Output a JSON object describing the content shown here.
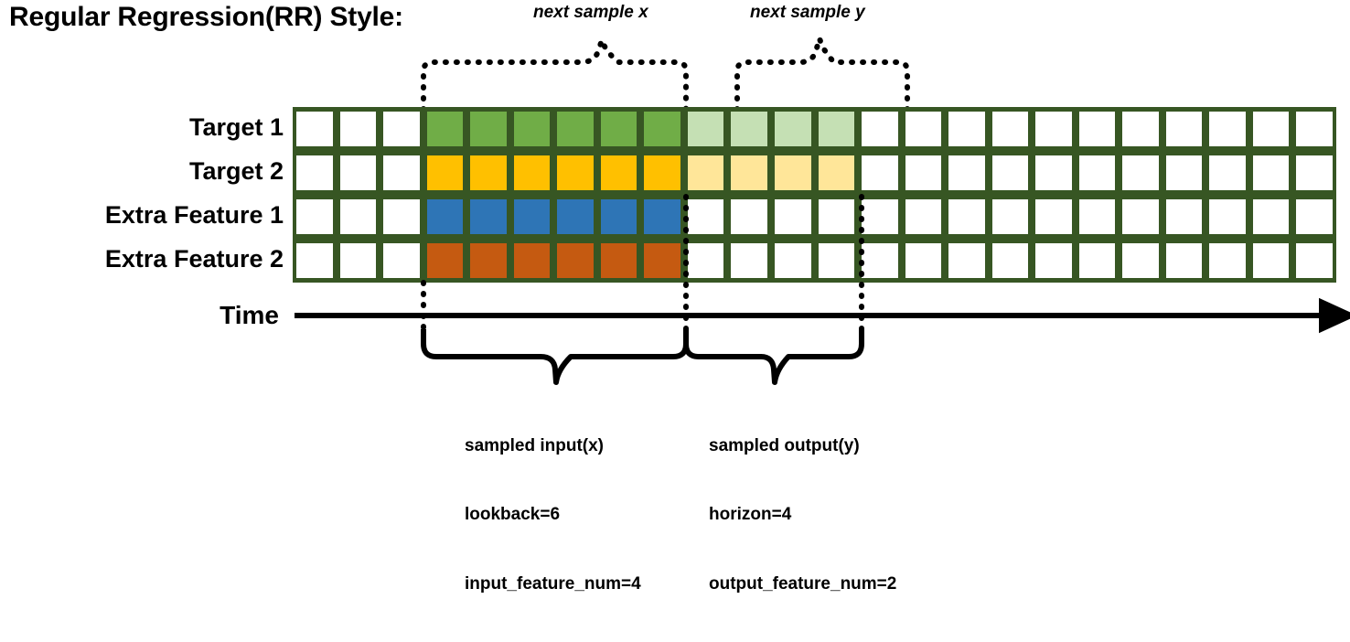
{
  "title": "Regular Regression(RR) Style:",
  "top_labels": {
    "next_sample_x": "next sample x",
    "next_sample_y": "next sample y"
  },
  "rows": [
    {
      "label": "Target 1",
      "filled_color": "#70ad47",
      "faded_color": "#c5e0b4"
    },
    {
      "label": "Target 2",
      "filled_color": "#ffc000",
      "faded_color": "#ffe699"
    },
    {
      "label": "Extra Feature 1",
      "filled_color": "#2e75b6",
      "faded_color": null
    },
    {
      "label": "Extra Feature 2",
      "filled_color": "#c55a11",
      "faded_color": null
    }
  ],
  "grid": {
    "columns": 24,
    "leading_blank_columns": 3,
    "lookback_columns": 6,
    "horizon_columns": 4,
    "trailing_blank_columns": 11,
    "border_color": "#375623",
    "empty_cell_color": "#ffffff"
  },
  "time_axis": {
    "label": "Time"
  },
  "annotations": {
    "input": {
      "line1": "sampled input(x)",
      "line2": "lookback=6",
      "line3": "input_feature_num=4"
    },
    "output": {
      "line1": "sampled output(y)",
      "line2": "horizon=4",
      "line3": "output_feature_num=2"
    }
  },
  "colors": {
    "grid_border": "#375623",
    "target1": "#70ad47",
    "target1_faded": "#c5e0b4",
    "target2": "#ffc000",
    "target2_faded": "#ffe699",
    "extra1": "#2e75b6",
    "extra2": "#c55a11",
    "stroke": "#000000"
  }
}
